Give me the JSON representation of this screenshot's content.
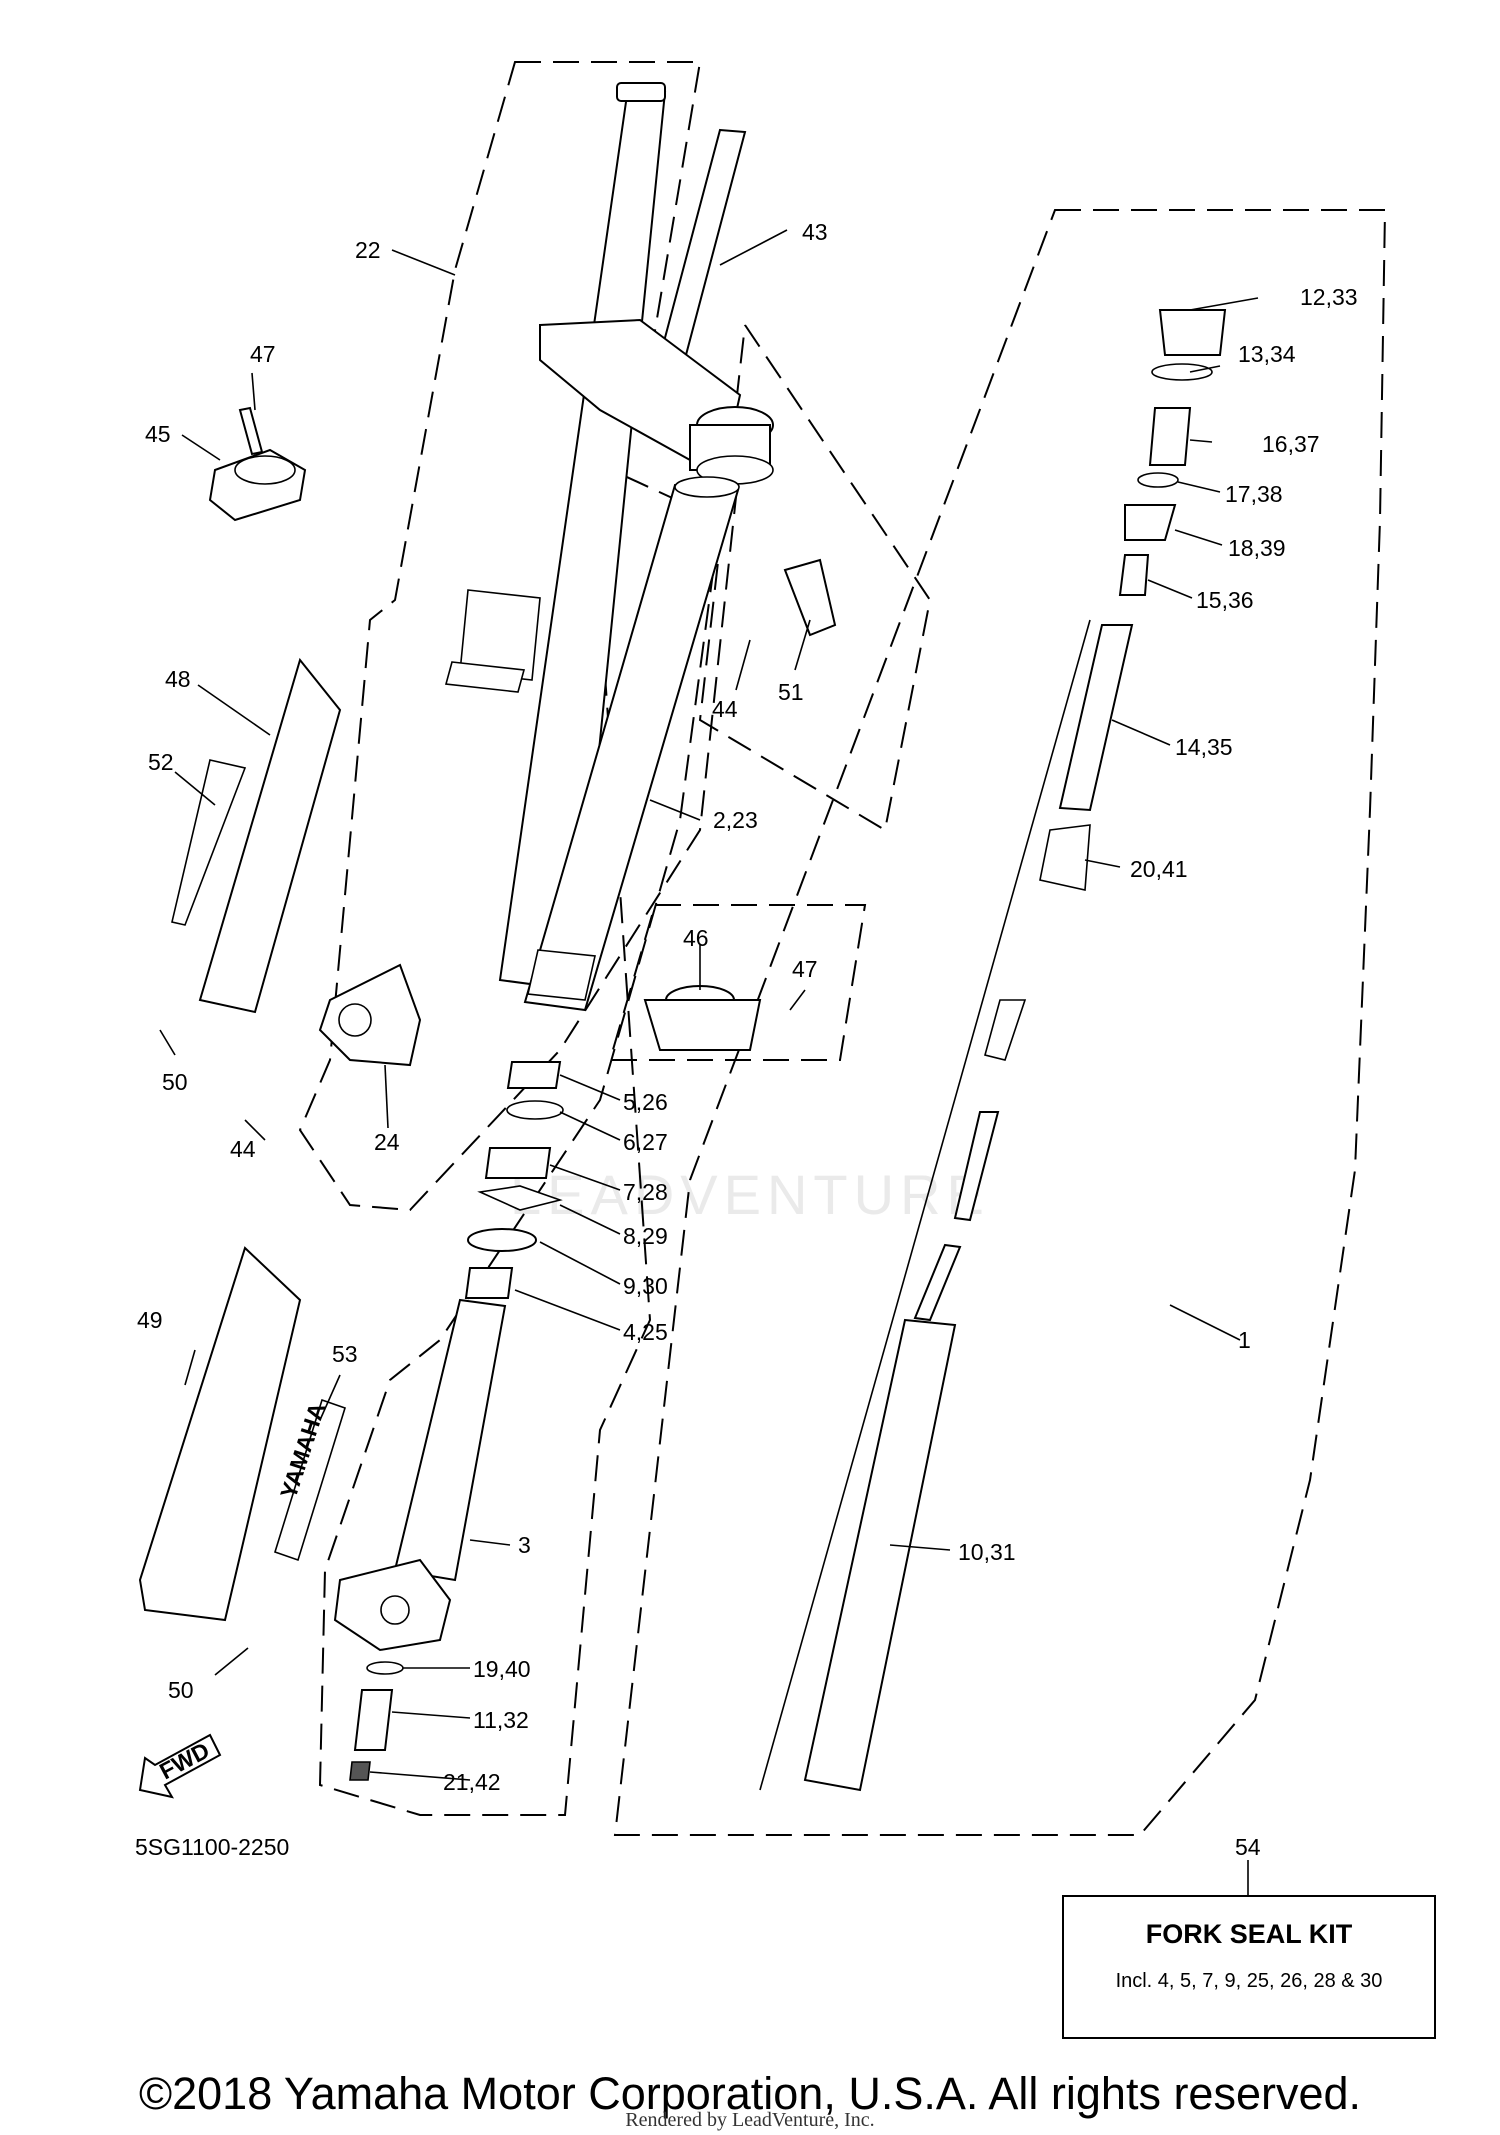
{
  "diagram_code": "5SG1100-2250",
  "fwd_label": "FWD",
  "brand_decal": "YAMAHA",
  "callouts": {
    "c1": "1",
    "c2_23": "2,23",
    "c3": "3",
    "c4_25": "4,25",
    "c5_26": "5,26",
    "c6_27": "6,27",
    "c7_28": "7,28",
    "c8_29": "8,29",
    "c9_30": "9,30",
    "c10_31": "10,31",
    "c11_32": "11,32",
    "c12_33": "12,33",
    "c13_34": "13,34",
    "c14_35": "14,35",
    "c15_36": "15,36",
    "c16_37": "16,37",
    "c17_38": "17,38",
    "c18_39": "18,39",
    "c19_40": "19,40",
    "c20_41": "20,41",
    "c21_42": "21,42",
    "c22": "22",
    "c24": "24",
    "c43": "43",
    "c44a": "44",
    "c44b": "44",
    "c45": "45",
    "c46": "46",
    "c47a": "47",
    "c47b": "47",
    "c48": "48",
    "c49": "49",
    "c50a": "50",
    "c50b": "50",
    "c51": "51",
    "c52": "52",
    "c53": "53",
    "c54": "54"
  },
  "kit": {
    "title": "FORK SEAL KIT",
    "description": "Incl. 4, 5, 7, 9, 25, 26, 28 & 30"
  },
  "watermark": "LEADVENTURE",
  "copyright": "©2018 Yamaha Motor Corporation, U.S.A. All rights reserved.",
  "rendered_by": "Rendered by LeadVenture, Inc."
}
